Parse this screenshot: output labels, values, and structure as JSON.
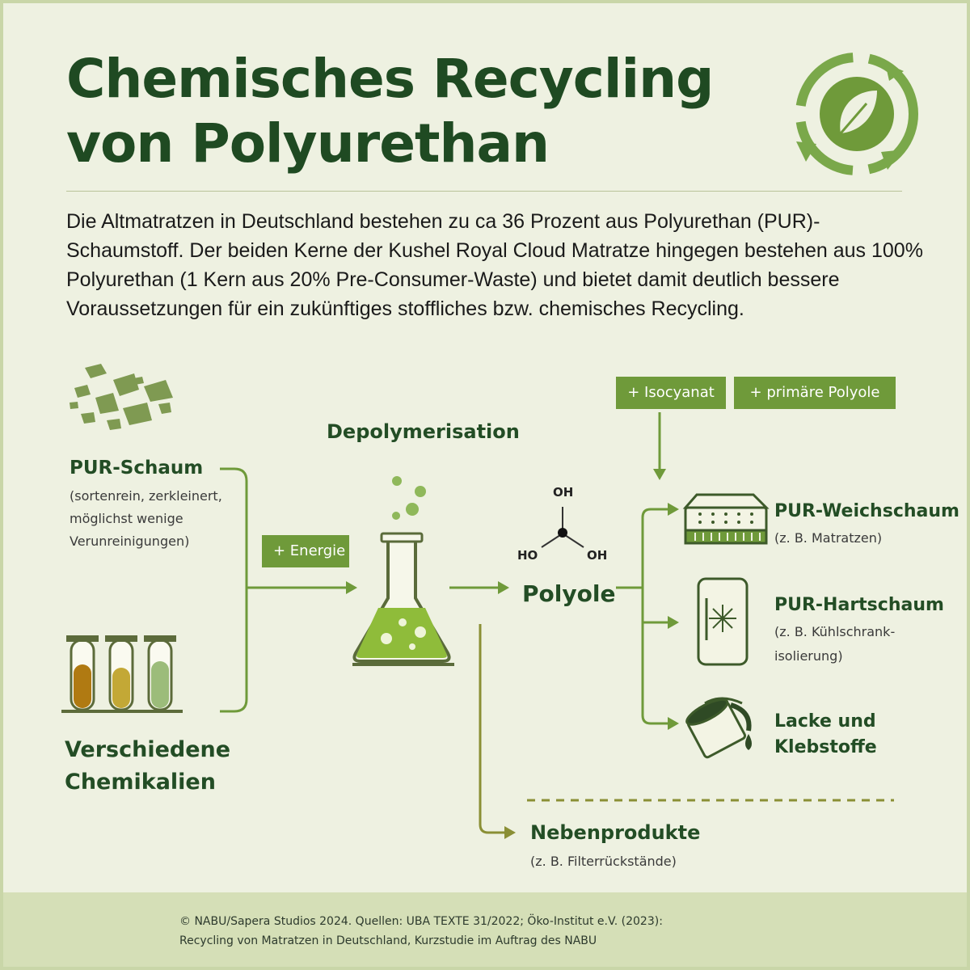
{
  "title": {
    "line1": "Chemisches Recycling",
    "line2": "von Polyurethan"
  },
  "intro": "Die Altmatratzen in Deutschland bestehen zu ca 36 Prozent aus Polyurethan (PUR)-Schaumstoff. Der beiden Kerne der Kushel Royal Cloud Matratze hingegen bestehen aus 100% Polyurethan (1 Kern aus 20% Pre-Consumer-Waste) und bietet damit deutlich bessere Voraussetzungen für ein zukünftiges stoffliches bzw. chemisches Recycling.",
  "inputs": {
    "pur_title": "PUR-Schaum",
    "pur_details": [
      "(sortenrein, zerkleinert,",
      "möglichst wenige",
      "Verunreinigungen)"
    ],
    "chem_title_lines": [
      "Verschiedene",
      "Chemikalien"
    ]
  },
  "energy_label": "+ Energie",
  "process_label": "Depolymerisation",
  "molecule": {
    "top": "OH",
    "left": "HO",
    "right": "OH"
  },
  "polyole_label": "Polyole",
  "additives": [
    "+ Isocyanat",
    "+ primäre Polyole"
  ],
  "outputs": [
    {
      "title_lines": [
        "PUR-Weichschaum"
      ],
      "detail_lines": [
        "(z. B. Matratzen)"
      ]
    },
    {
      "title_lines": [
        "PUR-Hartschaum"
      ],
      "detail_lines": [
        "(z. B. Kühlschrank-",
        "isolierung)"
      ]
    },
    {
      "title_lines": [
        "Lacke und",
        "Klebstoffe"
      ],
      "detail_lines": []
    }
  ],
  "byproducts": {
    "title": "Nebenprodukte",
    "detail": "(z. B. Filterrückstände)"
  },
  "footer": {
    "line1": "© NABU/Sapera Studios 2024. Quellen: UBA TEXTE 31/2022; Öko-Institut e.V. (2023):",
    "line2": "Recycling von Matratzen in Deutschland, Kurzstudie im Auftrag des NABU"
  },
  "colors": {
    "dark_green": "#234d25",
    "accent_green": "#6f9a3a",
    "background": "#eef1e1",
    "footer_bg": "#d5dfb7"
  }
}
